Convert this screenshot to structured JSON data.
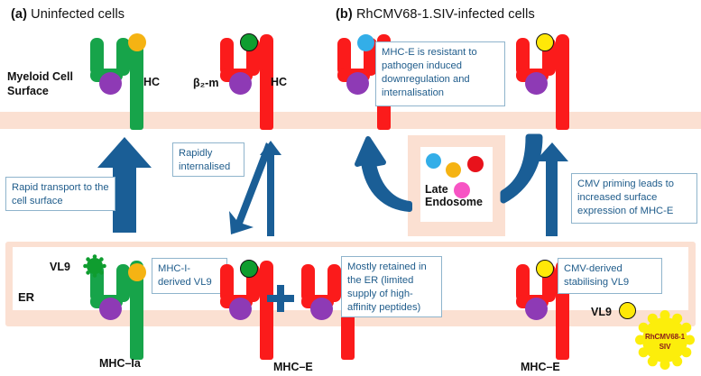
{
  "figure": {
    "panels": [
      {
        "tag": "(a)",
        "title": "Uninfected cells"
      },
      {
        "tag": "(b)",
        "title": "RhCMV68-1.SIV-infected cells"
      }
    ]
  },
  "labels": {
    "myeloid_surface_line1": "Myeloid Cell",
    "myeloid_surface_line2": "Surface",
    "hc_left": "HC",
    "hc_right": "HC",
    "b2m": "β₂-m",
    "er": "ER",
    "vl9_er": "VL9",
    "vl9_free": "VL9",
    "late_endosome_line1": "Late",
    "late_endosome_line2": "Endosome",
    "mhc_ia": "MHC–Ia",
    "mhc_e_middle": "MHC–E",
    "mhc_e_right": "MHC–E"
  },
  "callouts": {
    "resistant": "MHC-E is resistant to pathogen induced downregulation and internalisation",
    "rapid_transport": "Rapid transport to the cell surface",
    "rapidly_internalised": "Rapidly internalised",
    "cmv_priming": "CMV priming leads to increased surface expression of MHC-E",
    "mhc_i_derived_vl9": "MHC-I-derived VL9",
    "mostly_retained": "Mostly retained in the ER (limited supply of high-affinity peptides)",
    "cmv_derived_vl9": "CMV-derived stabilising VL9"
  },
  "virus": {
    "name_line1": "RhCMV68-1",
    "name_line2": "SIV"
  },
  "colors": {
    "mhc_ia_green": "#17A44A",
    "mhc_e_red": "#FB1B1B",
    "b2m_purple": "#8E3AB5",
    "peptide_orange": "#F5B313",
    "peptide_green": "#0F9D2F",
    "peptide_blue": "#33AEE8",
    "peptide_yellow": "#FFE808",
    "peptide_red": "#E8121B",
    "peptide_pink": "#F754C4",
    "membrane_peach": "#FBE0D2",
    "arrow_blue": "#1A5E96",
    "callout_border": "#8FB4CC",
    "callout_text": "#1F5C8B",
    "virus_yellow": "#FCEE0B",
    "virus_text": "#8B1A1A"
  },
  "endosome_dots": [
    {
      "color": "#33AEE8"
    },
    {
      "color": "#F5B313"
    },
    {
      "color": "#E8121B"
    },
    {
      "color": "#F754C4"
    }
  ]
}
